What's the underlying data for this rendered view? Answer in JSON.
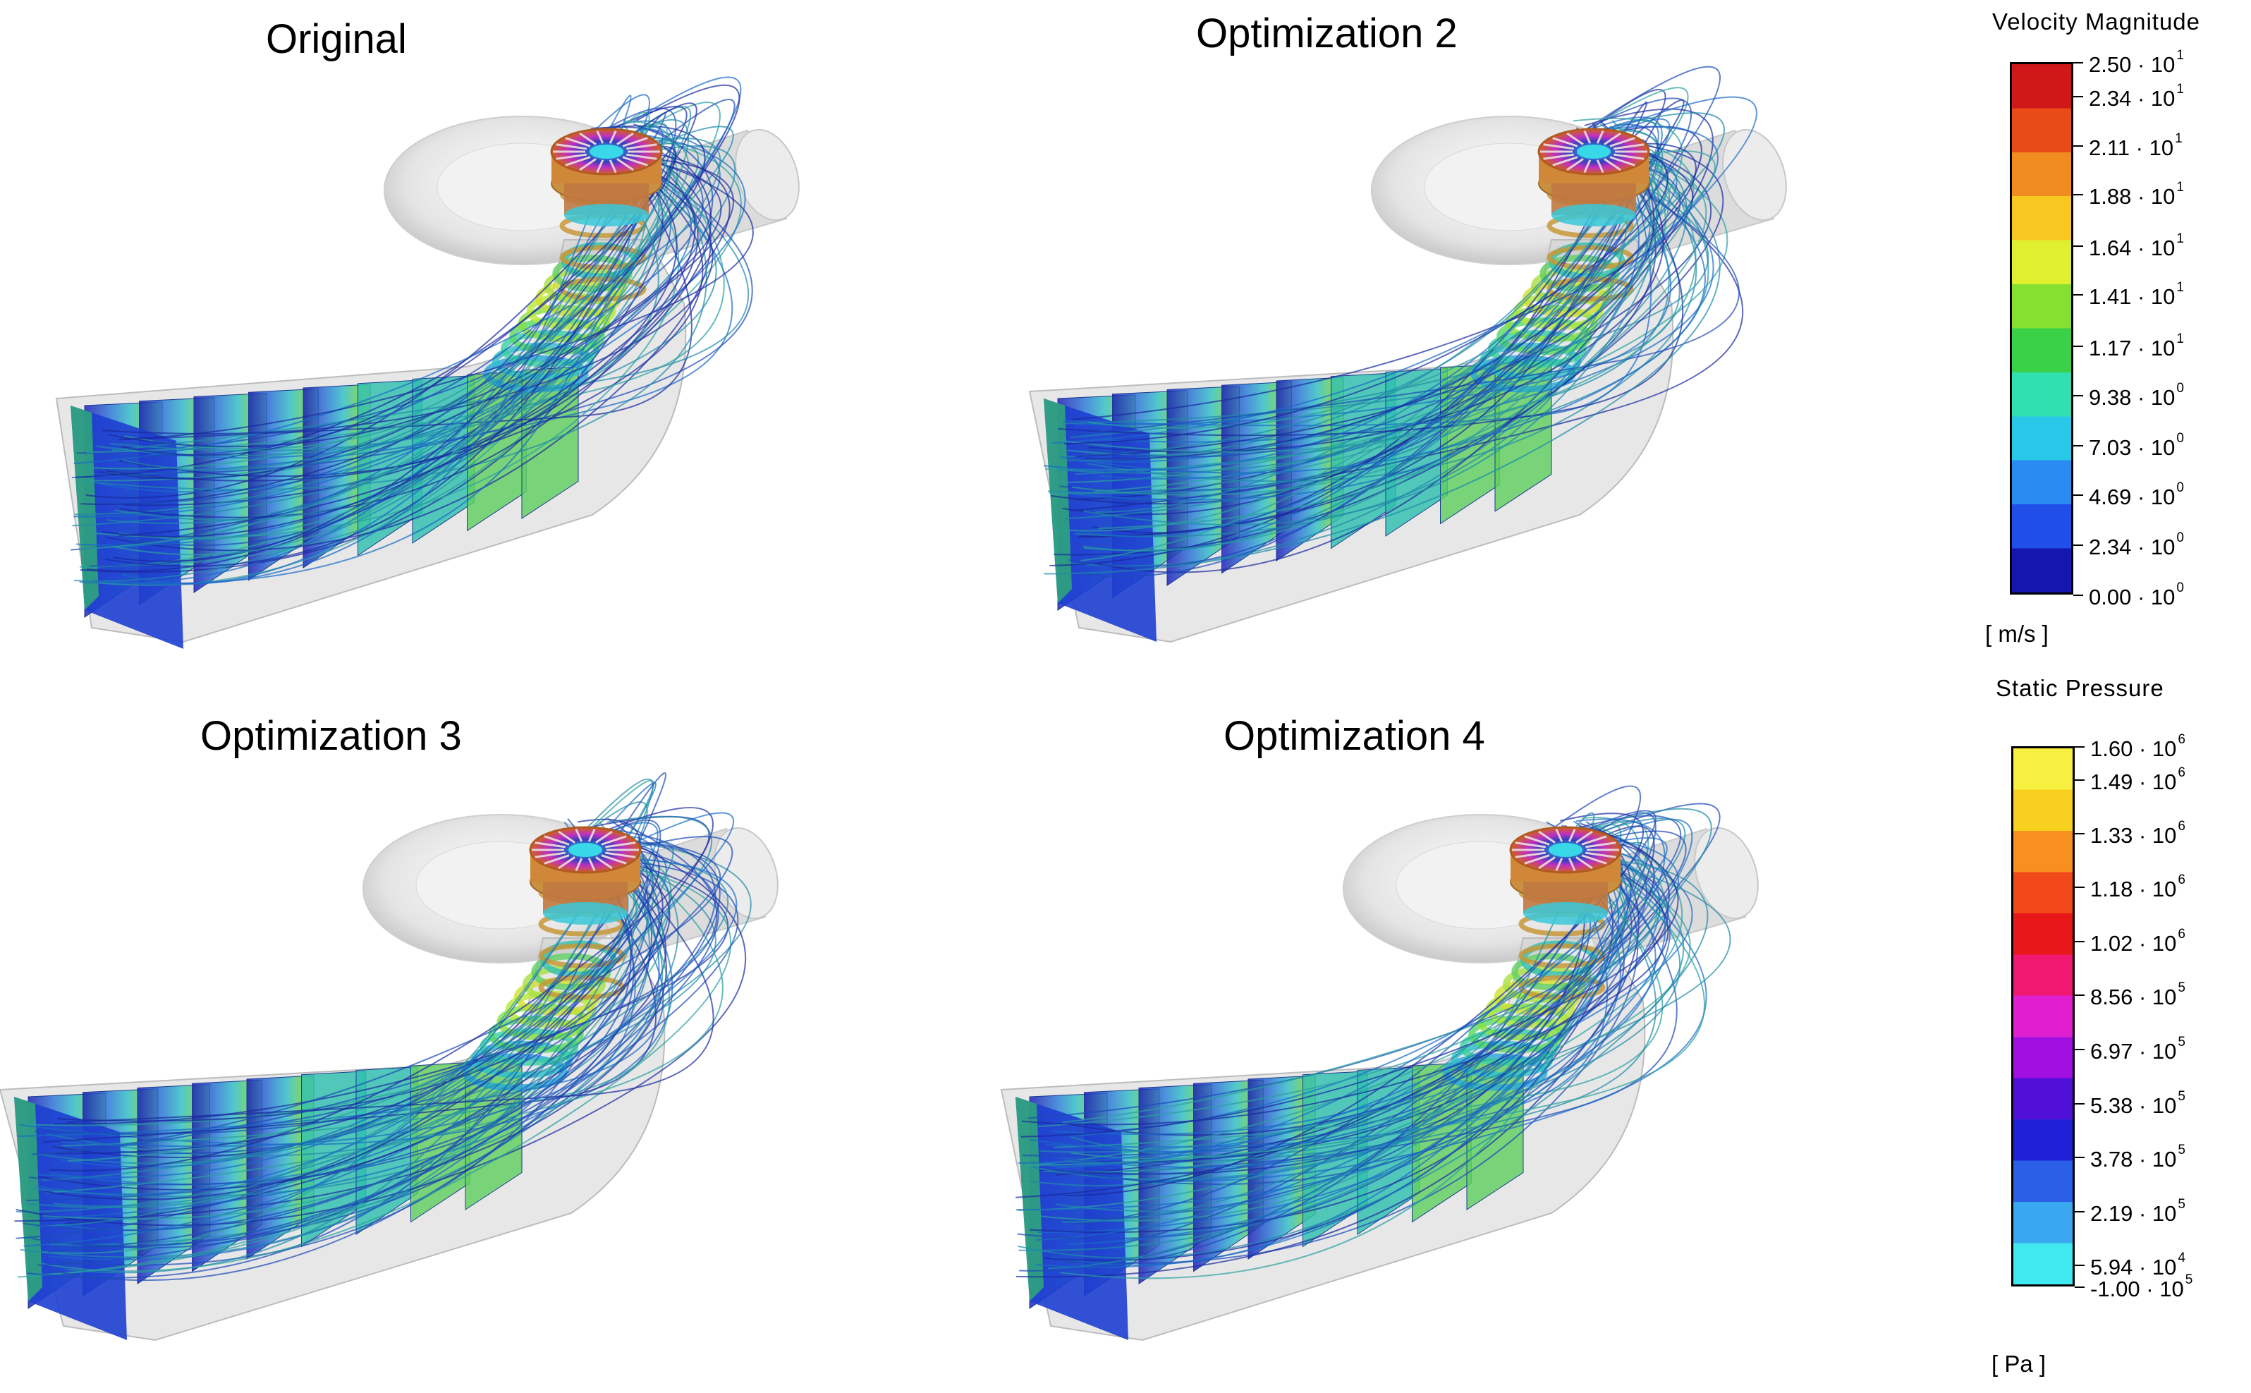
{
  "panels": [
    {
      "title": "Original"
    },
    {
      "title": "Optimization 2"
    },
    {
      "title": "Optimization 3"
    },
    {
      "title": "Optimization 4"
    }
  ],
  "legends": {
    "velocity": {
      "title": "Velocity Magnitude",
      "unit": "[ m/s ]",
      "ticks": [
        {
          "m": "2.50",
          "e": "1",
          "v": 25.0
        },
        {
          "m": "2.34",
          "e": "1",
          "v": 23.4
        },
        {
          "m": "2.11",
          "e": "1",
          "v": 21.1
        },
        {
          "m": "1.88",
          "e": "1",
          "v": 18.8
        },
        {
          "m": "1.64",
          "e": "1",
          "v": 16.4
        },
        {
          "m": "1.41",
          "e": "1",
          "v": 14.1
        },
        {
          "m": "1.17",
          "e": "1",
          "v": 11.7
        },
        {
          "m": "9.38",
          "e": "0",
          "v": 9.38
        },
        {
          "m": "7.03",
          "e": "0",
          "v": 7.03
        },
        {
          "m": "4.69",
          "e": "0",
          "v": 4.69
        },
        {
          "m": "2.34",
          "e": "0",
          "v": 2.34
        },
        {
          "m": "0.00",
          "e": "0",
          "v": 0.0
        }
      ],
      "colors": [
        "#1515b0",
        "#1f4ee8",
        "#2a8cf0",
        "#28c8e8",
        "#30e0b0",
        "#3ad048",
        "#86e030",
        "#e0f030",
        "#f8c820",
        "#f08c20",
        "#e84a18",
        "#d01818"
      ]
    },
    "pressure": {
      "title": "Static Pressure",
      "unit": "[ Pa ]",
      "ticks": [
        {
          "m": "1.60",
          "e": "6"
        },
        {
          "m": "1.49",
          "e": "6"
        },
        {
          "m": "1.33",
          "e": "6"
        },
        {
          "m": "1.18",
          "e": "6"
        },
        {
          "m": "1.02",
          "e": "6"
        },
        {
          "m": "8.56",
          "e": "5"
        },
        {
          "m": "6.97",
          "e": "5"
        },
        {
          "m": "5.38",
          "e": "5"
        },
        {
          "m": "3.78",
          "e": "5"
        },
        {
          "m": "2.19",
          "e": "5"
        },
        {
          "m": "5.94",
          "e": "4"
        },
        {
          "m": "-1.00",
          "e": "5"
        }
      ],
      "colors": [
        "#40e8f0",
        "#3aa8f0",
        "#2a60e8",
        "#2020d8",
        "#5010d8",
        "#a010e0",
        "#e020d0",
        "#f01870",
        "#e81818",
        "#f04818",
        "#f89020",
        "#f8d020",
        "#f8f040"
      ]
    }
  }
}
